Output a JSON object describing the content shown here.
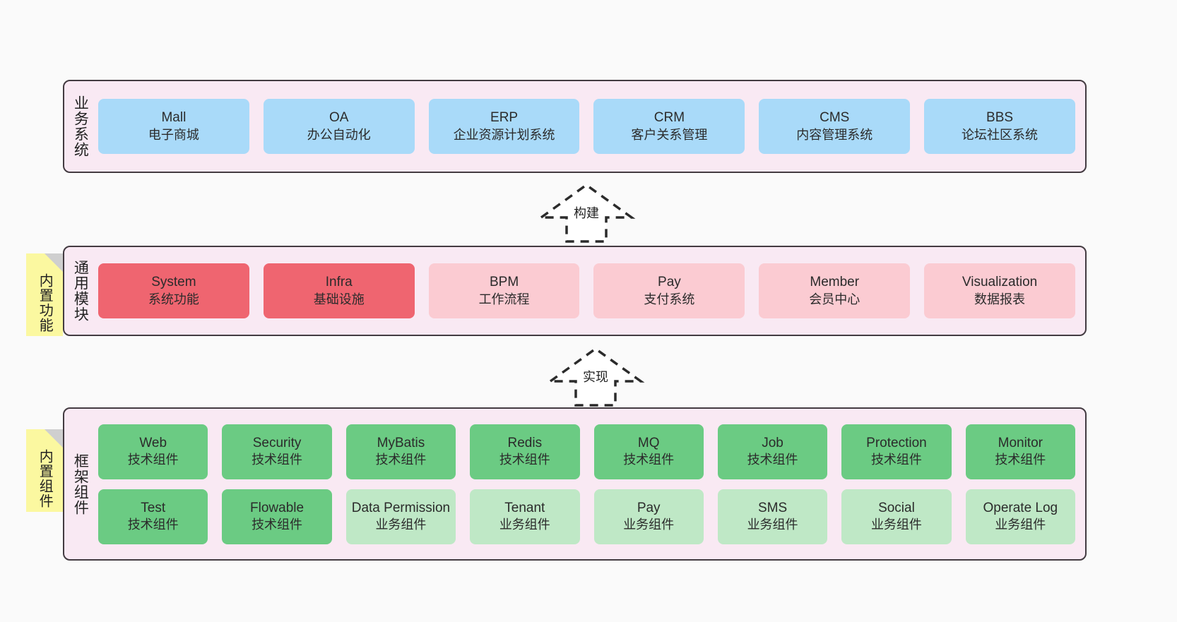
{
  "diagram": {
    "background_color": "#fafafa",
    "band_fill": "#f9e9f3",
    "band_border": "#433b41",
    "sticky_fill": "#fbf8a0",
    "sticky_fold": "#cfcfcf"
  },
  "layers": [
    {
      "id": "business-system",
      "title": "业务系统",
      "rows": [
        {
          "items": [
            {
              "en": "Mall",
              "cn": "电子商城",
              "color": "#a9daf9"
            },
            {
              "en": "OA",
              "cn": "办公自动化",
              "color": "#a9daf9"
            },
            {
              "en": "ERP",
              "cn": "企业资源计划系统",
              "color": "#a9daf9"
            },
            {
              "en": "CRM",
              "cn": "客户关系管理",
              "color": "#a9daf9"
            },
            {
              "en": "CMS",
              "cn": "内容管理系统",
              "color": "#a9daf9"
            },
            {
              "en": "BBS",
              "cn": "论坛社区系统",
              "color": "#a9daf9"
            }
          ]
        }
      ]
    },
    {
      "id": "common-module",
      "title": "通用模块",
      "sticky": "内置功能",
      "rows": [
        {
          "items": [
            {
              "en": "System",
              "cn": "系统功能",
              "color": "#ef6570"
            },
            {
              "en": "Infra",
              "cn": "基础设施",
              "color": "#ef6570"
            },
            {
              "en": "BPM",
              "cn": "工作流程",
              "color": "#fbcbd2"
            },
            {
              "en": "Pay",
              "cn": "支付系统",
              "color": "#fbcbd2"
            },
            {
              "en": "Member",
              "cn": "会员中心",
              "color": "#fbcbd2"
            },
            {
              "en": "Visualization",
              "cn": "数据报表",
              "color": "#fbcbd2"
            }
          ]
        }
      ]
    },
    {
      "id": "framework-component",
      "title": "框架组件",
      "sticky": "内置组件",
      "rows": [
        {
          "items": [
            {
              "en": "Web",
              "cn": "技术组件",
              "color": "#6bcb83"
            },
            {
              "en": "Security",
              "cn": "技术组件",
              "color": "#6bcb83"
            },
            {
              "en": "MyBatis",
              "cn": "技术组件",
              "color": "#6bcb83"
            },
            {
              "en": "Redis",
              "cn": "技术组件",
              "color": "#6bcb83"
            },
            {
              "en": "MQ",
              "cn": "技术组件",
              "color": "#6bcb83"
            },
            {
              "en": "Job",
              "cn": "技术组件",
              "color": "#6bcb83"
            },
            {
              "en": "Protection",
              "cn": "技术组件",
              "color": "#6bcb83"
            },
            {
              "en": "Monitor",
              "cn": "技术组件",
              "color": "#6bcb83"
            }
          ]
        },
        {
          "items": [
            {
              "en": "Test",
              "cn": "技术组件",
              "color": "#6bcb83"
            },
            {
              "en": "Flowable",
              "cn": "技术组件",
              "color": "#6bcb83"
            },
            {
              "en": "Data Permission",
              "cn": "业务组件",
              "color": "#bfe8c6",
              "wrap": true
            },
            {
              "en": "Tenant",
              "cn": "业务组件",
              "color": "#bfe8c6"
            },
            {
              "en": "Pay",
              "cn": "业务组件",
              "color": "#bfe8c6"
            },
            {
              "en": "SMS",
              "cn": "业务组件",
              "color": "#bfe8c6"
            },
            {
              "en": "Social",
              "cn": "业务组件",
              "color": "#bfe8c6"
            },
            {
              "en": "Operate Log",
              "cn": "业务组件",
              "color": "#bfe8c6"
            }
          ]
        }
      ]
    }
  ],
  "connectors": [
    {
      "id": "build",
      "label": "构建"
    },
    {
      "id": "implement",
      "label": "实现"
    }
  ]
}
